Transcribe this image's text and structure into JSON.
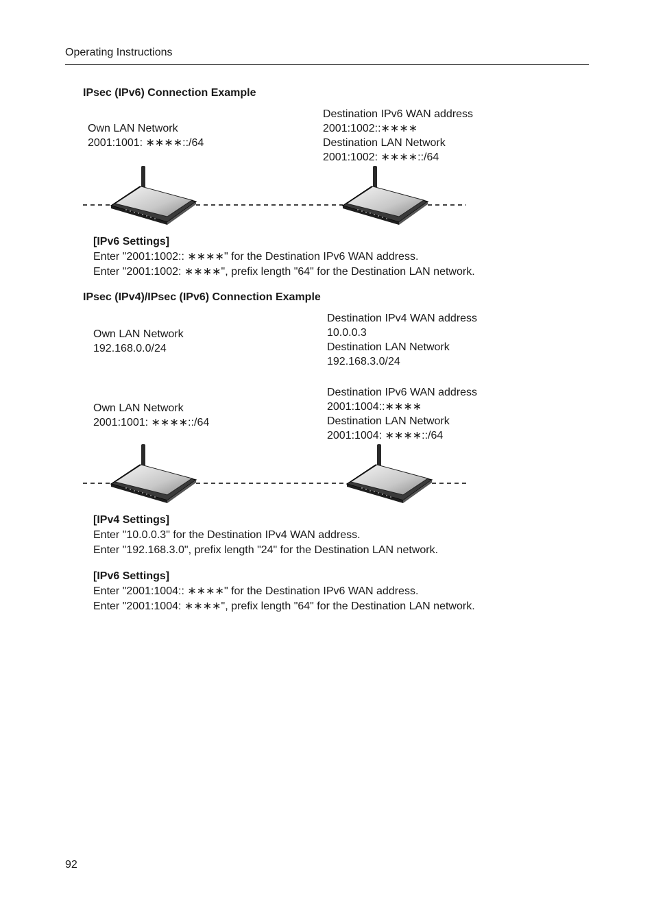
{
  "header": {
    "title": "Operating Instructions"
  },
  "page_number": "92",
  "ex1": {
    "heading": "IPsec (IPv6) Connection Example",
    "own_title": "Own LAN Network",
    "own_addr": "2001:1001: ∗∗∗∗::/64",
    "dest_wan_title": "Destination IPv6 WAN address",
    "dest_wan_addr": "2001:1002::∗∗∗∗",
    "dest_lan_title": "Destination LAN Network",
    "dest_lan_addr": "2001:1002: ∗∗∗∗::/64",
    "settings_title": "[IPv6 Settings]",
    "settings_line1": "Enter \"2001:1002:: ∗∗∗∗\" for the Destination IPv6 WAN address.",
    "settings_line2": "Enter \"2001:1002: ∗∗∗∗\", prefix length \"64\" for the Destination LAN network."
  },
  "ex2": {
    "heading": "IPsec (IPv4)/IPsec (IPv6) Connection Example",
    "own4_title": "Own LAN Network",
    "own4_addr": "192.168.0.0/24",
    "dest4_wan_title": "Destination IPv4 WAN address",
    "dest4_wan_addr": "10.0.0.3",
    "dest4_lan_title": "Destination LAN Network",
    "dest4_lan_addr": "192.168.3.0/24",
    "own6_title": "Own LAN Network",
    "own6_addr": "2001:1001: ∗∗∗∗::/64",
    "dest6_wan_title": "Destination IPv6 WAN address",
    "dest6_wan_addr": "2001:1004::∗∗∗∗",
    "dest6_lan_title": "Destination LAN Network",
    "dest6_lan_addr": "2001:1004: ∗∗∗∗::/64",
    "ipv4_settings_title": "[IPv4 Settings]",
    "ipv4_line1": "Enter \"10.0.0.3\" for the Destination IPv4 WAN address.",
    "ipv4_line2": "Enter \"192.168.3.0\", prefix length \"24\" for the Destination LAN network.",
    "ipv6_settings_title": "[IPv6 Settings]",
    "ipv6_line1": "Enter \"2001:1004:: ∗∗∗∗\" for the Destination IPv6 WAN address.",
    "ipv6_line2": "Enter \"2001:1004: ∗∗∗∗\", prefix length \"64\" for the Destination LAN network."
  }
}
